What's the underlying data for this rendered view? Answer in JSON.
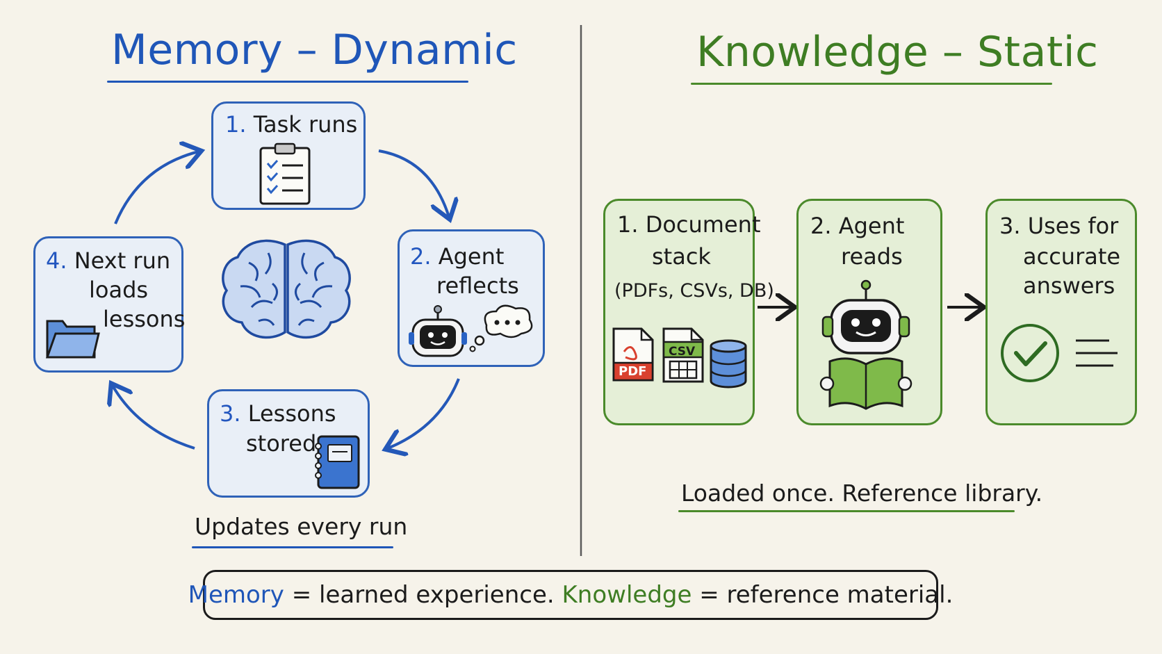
{
  "memory": {
    "title": "Memory – Dynamic",
    "steps": [
      {
        "num": "1.",
        "label": "Task runs",
        "icon": "clipboard-checklist-icon"
      },
      {
        "num": "2.",
        "label_line1": "Agent",
        "label_line2": "reflects",
        "icon": "robot-thinking-icon"
      },
      {
        "num": "3.",
        "label_line1": "Lessons",
        "label_line2": "stored",
        "icon": "notebook-icon"
      },
      {
        "num": "4.",
        "label_line1": "Next run",
        "label_line2": "loads",
        "label_line3": "lessons",
        "icon": "folder-icon"
      }
    ],
    "center_icon": "brain-icon",
    "caption": "Updates every run"
  },
  "knowledge": {
    "title": "Knowledge – Static",
    "steps": [
      {
        "label_line1": "1. Document",
        "label_line2": "stack",
        "label_line3": "(PDFs, CSVs, DB)",
        "icon_labels": {
          "pdf": "PDF",
          "csv": "CSV"
        }
      },
      {
        "label_line1": "2. Agent",
        "label_line2": "reads",
        "icon": "robot-reading-icon"
      },
      {
        "label_line1": "3. Uses for",
        "label_line2": "accurate",
        "label_line3": "answers",
        "icon": "checkmark-list-icon"
      }
    ],
    "caption": "Loaded once. Reference library."
  },
  "footer": {
    "memory_word": "Memory",
    "part1": " = learned experience. ",
    "knowledge_word": "Knowledge",
    "part2": " = reference material."
  },
  "colors": {
    "blue": "#1f56b8",
    "green": "#3e7d23",
    "background": "#f6f3ea"
  }
}
